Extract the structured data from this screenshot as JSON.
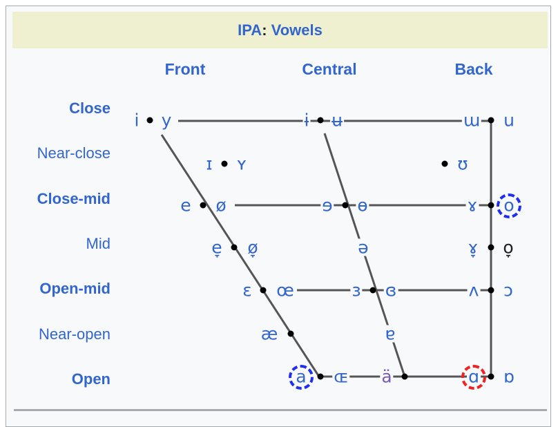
{
  "title": {
    "link": "IPA",
    "colon": ":",
    "text": "Vowels"
  },
  "columns": [
    "Front",
    "Central",
    "Back"
  ],
  "rows": [
    {
      "label": "Close",
      "bold": true
    },
    {
      "label": "Near-close",
      "bold": false
    },
    {
      "label": "Close-mid",
      "bold": true
    },
    {
      "label": "Mid",
      "bold": false
    },
    {
      "label": "Open-mid",
      "bold": true
    },
    {
      "label": "Near-open",
      "bold": false
    },
    {
      "label": "Open",
      "bold": true
    }
  ],
  "vowels": {
    "close_front_unrounded": "i",
    "close_front_rounded": "y",
    "close_central_unrounded": "ɨ",
    "close_central_rounded": "ʉ",
    "close_back_unrounded": "ɯ",
    "close_back_rounded": "u",
    "nearclose_front_unrounded": "ɪ",
    "nearclose_front_rounded": "ʏ",
    "nearclose_back_rounded": "ʊ",
    "closemid_front_unrounded": "e",
    "closemid_front_rounded": "ø",
    "closemid_central_unrounded": "ɘ",
    "closemid_central_rounded": "ɵ",
    "closemid_back_unrounded": "ɤ",
    "closemid_back_rounded": "o",
    "mid_front_unrounded": "e̞",
    "mid_front_rounded": "ø̞",
    "mid_central": "ə",
    "mid_back_unrounded": "ɤ̞",
    "mid_back_rounded": "o̞",
    "openmid_front_unrounded": "ɛ",
    "openmid_front_rounded": "œ",
    "openmid_central_unrounded": "ɜ",
    "openmid_central_rounded": "ɞ",
    "openmid_back_unrounded": "ʌ",
    "openmid_back_rounded": "ɔ",
    "nearopen_front_unrounded": "æ",
    "nearopen_central": "ɐ",
    "open_front_unrounded": "a",
    "open_front_rounded": "ɶ",
    "open_central_unrounded": "ä",
    "open_back_unrounded": "ɑ",
    "open_back_rounded": "ɒ"
  },
  "highlights": [
    {
      "vowel": "o",
      "color": "#1f2ef0",
      "style": "dashed-circle"
    },
    {
      "vowel": "a",
      "color": "#1f2ef0",
      "style": "dashed-circle"
    },
    {
      "vowel": "ɑ",
      "color": "#ee2222",
      "style": "dashed-circle"
    }
  ],
  "colors": {
    "link": "#3366cc",
    "visited": "#795cb2",
    "header_bg": "#eef0cf",
    "panel_bg": "#f8f9fa"
  }
}
